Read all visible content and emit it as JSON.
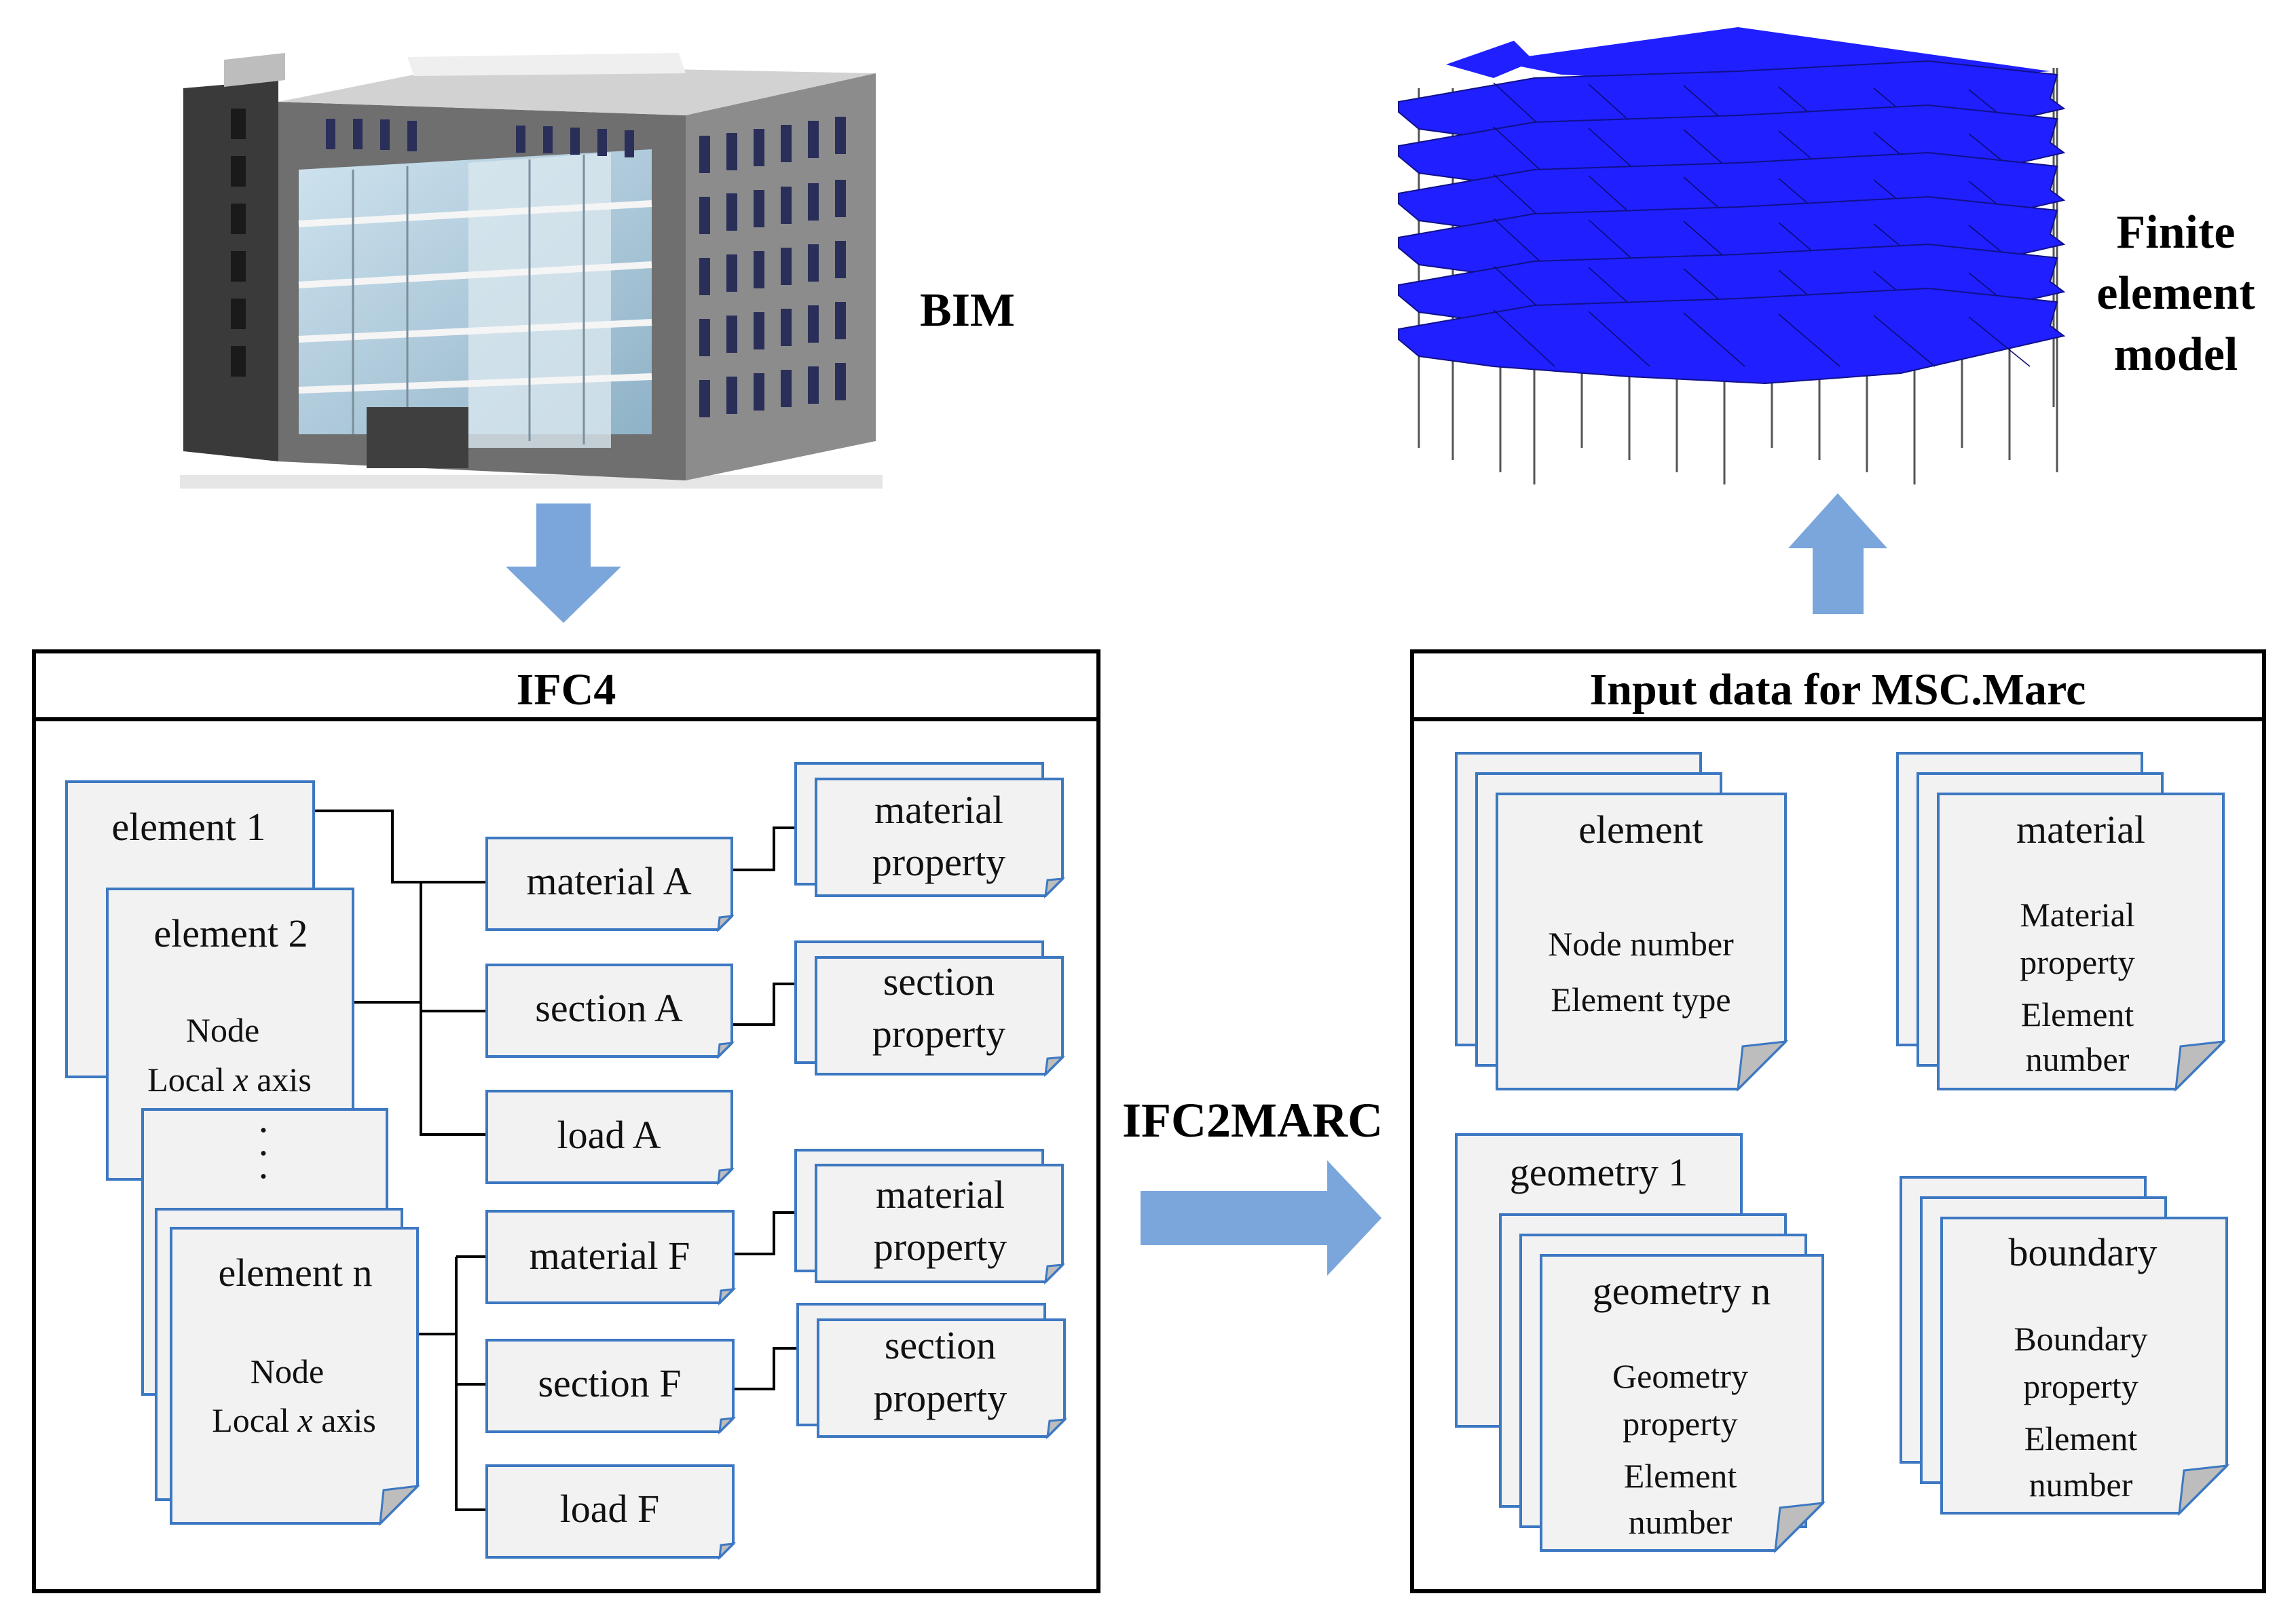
{
  "labels": {
    "bim": "BIM",
    "fem_line1": "Finite",
    "fem_line2": "element",
    "fem_line3": "model",
    "converter": "IFC2MARC"
  },
  "ifc_panel": {
    "title": "IFC4",
    "element1": "element 1",
    "element2": "element 2",
    "element2_node": "Node",
    "element2_axis_pre": "Local ",
    "element2_axis_var": "x",
    "element2_axis_post": " axis",
    "ellipsis": ".",
    "elementn": "element n",
    "elementn_node": "Node",
    "elementn_axis_pre": "Local ",
    "elementn_axis_var": "x",
    "elementn_axis_post": " axis",
    "materialA": "material  A",
    "sectionA": "section  A",
    "loadA": "load  A",
    "materialF": "material  F",
    "sectionF": "section  F",
    "loadF": "load  F",
    "matprop_l1": "material",
    "matprop_l2": "property",
    "secprop_l1": "section",
    "secprop_l2": "property"
  },
  "marc_panel": {
    "title": "Input  data for MSC.Marc",
    "element_title": "element",
    "element_l1": "Node number",
    "element_l2": "Element  type",
    "material_title": "material",
    "material_l1": "Material",
    "material_l2": "property",
    "material_l3": "Element",
    "material_l4": "number",
    "geom1_title": "geometry  1",
    "geomn_title": "geometry  n",
    "geom_l1": "Geometry",
    "geom_l2": "property",
    "geom_l3": "Element",
    "geom_l4": "number",
    "boundary_title": "boundary",
    "boundary_l1": "Boundary",
    "boundary_l2": "property",
    "boundary_l3": "Element",
    "boundary_l4": "number"
  },
  "colors": {
    "slab": "#1f1fff",
    "arrow": "#7aa6dc",
    "doc_border": "#3d78c2",
    "doc_fill": "#f2f2f2"
  }
}
